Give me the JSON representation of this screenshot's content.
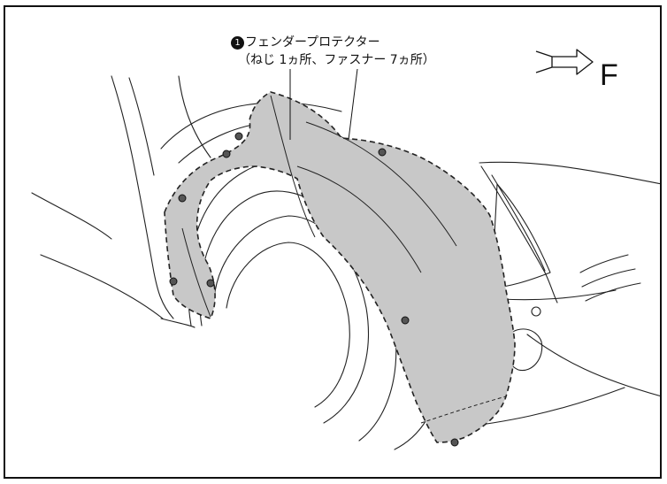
{
  "callout": {
    "number": "1",
    "title": "フェンダープロテクター",
    "detail": "（ねじ 1ヵ所、ファスナー 7ヵ所）"
  },
  "direction": {
    "letter": "F",
    "arrow_icon": "front-arrow-icon"
  },
  "colors": {
    "highlight": "#c8c8c8",
    "line": "#222222"
  }
}
